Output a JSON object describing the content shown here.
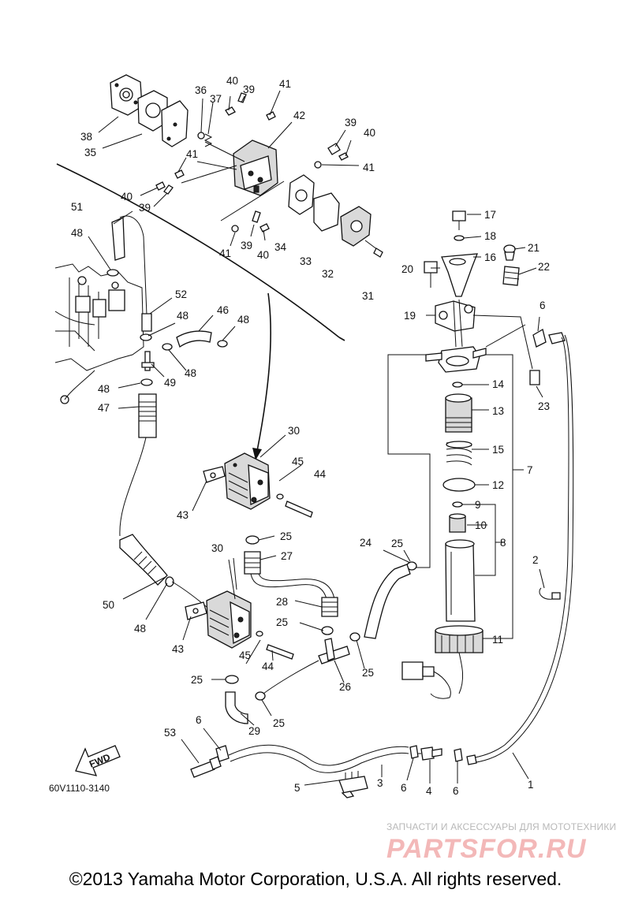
{
  "diagram_code": "60V1110-3140",
  "fwd_label": "FWD",
  "watermark": {
    "caption": "ЗАПЧАСТИ И АКСЕССУАРЫ ДЛЯ МОТОТЕХНИКИ",
    "logo": "PARTSFOR.RU"
  },
  "copyright": "©2013 Yamaha Motor Corporation, U.S.A. All rights reserved.",
  "labels": [
    {
      "n": "40"
    },
    {
      "n": "39"
    },
    {
      "n": "36"
    },
    {
      "n": "37"
    },
    {
      "n": "41"
    },
    {
      "n": "38"
    },
    {
      "n": "35"
    },
    {
      "n": "42"
    },
    {
      "n": "39"
    },
    {
      "n": "40"
    },
    {
      "n": "41"
    },
    {
      "n": "41"
    },
    {
      "n": "40"
    },
    {
      "n": "39"
    },
    {
      "n": "34"
    },
    {
      "n": "33"
    },
    {
      "n": "41"
    },
    {
      "n": "39"
    },
    {
      "n": "40"
    },
    {
      "n": "32"
    },
    {
      "n": "31"
    },
    {
      "n": "51"
    },
    {
      "n": "48"
    },
    {
      "n": "17"
    },
    {
      "n": "18"
    },
    {
      "n": "21"
    },
    {
      "n": "16"
    },
    {
      "n": "20"
    },
    {
      "n": "22"
    },
    {
      "n": "52"
    },
    {
      "n": "46"
    },
    {
      "n": "48"
    },
    {
      "n": "48"
    },
    {
      "n": "6"
    },
    {
      "n": "19"
    },
    {
      "n": "48"
    },
    {
      "n": "49"
    },
    {
      "n": "48"
    },
    {
      "n": "14"
    },
    {
      "n": "23"
    },
    {
      "n": "47"
    },
    {
      "n": "13"
    },
    {
      "n": "30"
    },
    {
      "n": "15"
    },
    {
      "n": "7"
    },
    {
      "n": "45"
    },
    {
      "n": "44"
    },
    {
      "n": "12"
    },
    {
      "n": "43"
    },
    {
      "n": "9"
    },
    {
      "n": "10"
    },
    {
      "n": "25"
    },
    {
      "n": "8"
    },
    {
      "n": "24"
    },
    {
      "n": "25"
    },
    {
      "n": "30"
    },
    {
      "n": "27"
    },
    {
      "n": "2"
    },
    {
      "n": "50"
    },
    {
      "n": "28"
    },
    {
      "n": "48"
    },
    {
      "n": "25"
    },
    {
      "n": "11"
    },
    {
      "n": "43"
    },
    {
      "n": "45"
    },
    {
      "n": "44"
    },
    {
      "n": "25"
    },
    {
      "n": "25"
    },
    {
      "n": "26"
    },
    {
      "n": "25"
    },
    {
      "n": "29"
    },
    {
      "n": "53"
    },
    {
      "n": "6"
    },
    {
      "n": "5"
    },
    {
      "n": "3"
    },
    {
      "n": "6"
    },
    {
      "n": "4"
    },
    {
      "n": "6"
    },
    {
      "n": "1"
    }
  ]
}
